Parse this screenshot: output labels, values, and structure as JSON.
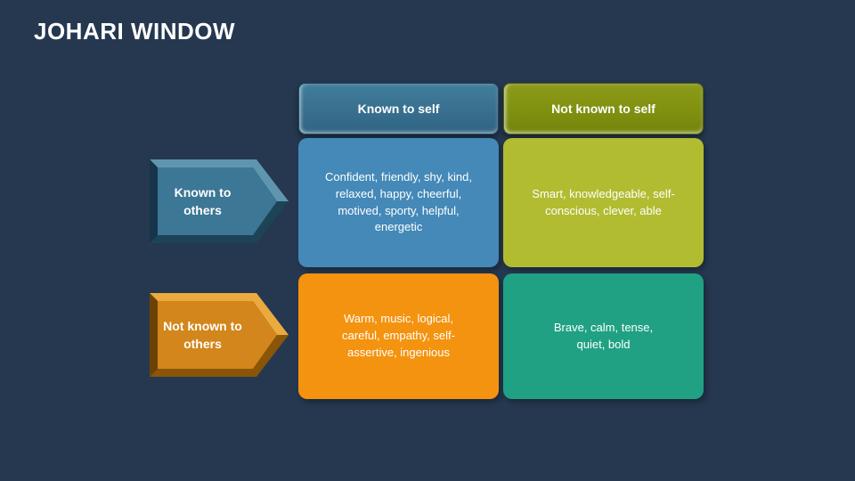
{
  "slide": {
    "title": "JOHARI WINDOW",
    "background_color": "#253850",
    "title_color": "#ffffff"
  },
  "matrix": {
    "column_headers": [
      {
        "label": "Known to self",
        "color": "#3a7391"
      },
      {
        "label": "Not known to self",
        "color": "#83920f"
      }
    ],
    "row_headers": [
      {
        "label": "Known to others",
        "color": "#3c7795",
        "icon": "right-arrow-icon"
      },
      {
        "label": "Not known to others",
        "color": "#d2861b",
        "icon": "right-arrow-icon"
      }
    ],
    "cells": [
      {
        "name": "known-to-self-known-to-others",
        "text": "Confident, friendly, shy, kind, relaxed, happy, cheerful, motived, sporty, helpful, energetic",
        "color": "#4489b8"
      },
      {
        "name": "not-known-to-self-known-to-others",
        "text": "Smart, knowledgeable, self-conscious, clever, able",
        "color": "#b1bc31"
      },
      {
        "name": "known-to-self-not-known-to-others",
        "text": "Warm, music, logical, careful, empathy, self-assertive, ingenious",
        "color": "#f3930f"
      },
      {
        "name": "not-known-to-self-not-known-to-others",
        "text": "Brave, calm, tense, quiet, bold",
        "color": "#20a183"
      }
    ]
  }
}
